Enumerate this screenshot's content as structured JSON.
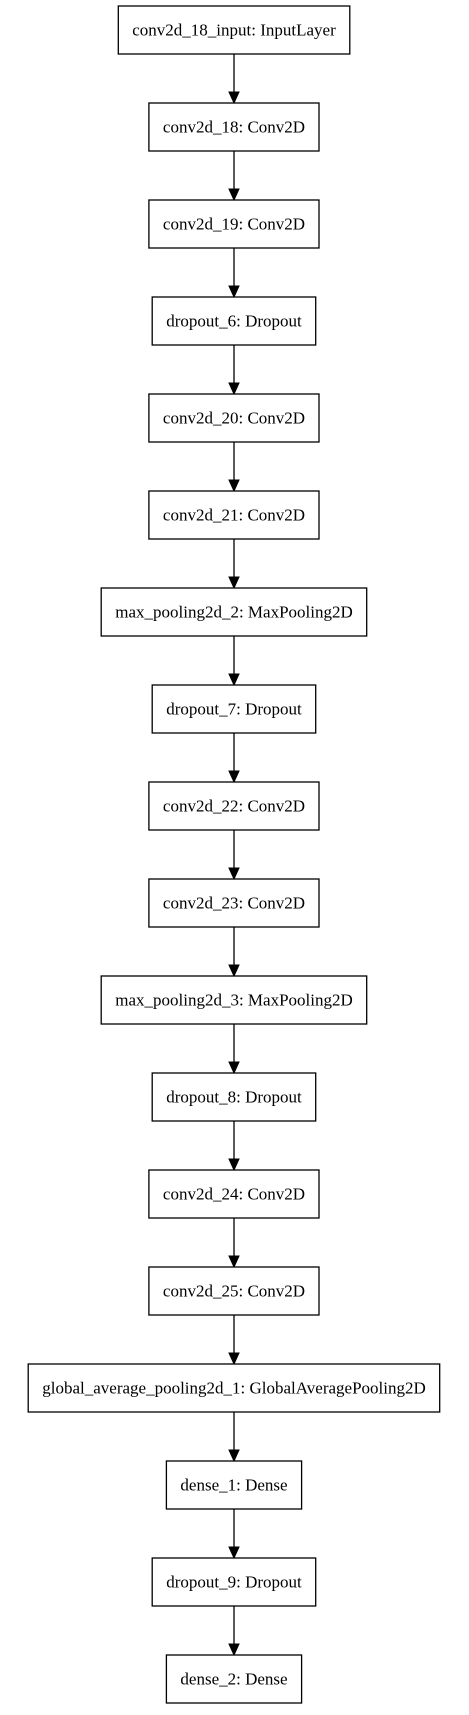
{
  "diagram": {
    "layers": [
      "conv2d_18_input: InputLayer",
      "conv2d_18: Conv2D",
      "conv2d_19: Conv2D",
      "dropout_6: Dropout",
      "conv2d_20: Conv2D",
      "conv2d_21: Conv2D",
      "max_pooling2d_2: MaxPooling2D",
      "dropout_7: Dropout",
      "conv2d_22: Conv2D",
      "conv2d_23: Conv2D",
      "max_pooling2d_3: MaxPooling2D",
      "dropout_8: Dropout",
      "conv2d_24: Conv2D",
      "conv2d_25: Conv2D",
      "global_average_pooling2d_1: GlobalAveragePooling2D",
      "dense_1: Dense",
      "dropout_9: Dropout",
      "dense_2: Dense"
    ]
  }
}
